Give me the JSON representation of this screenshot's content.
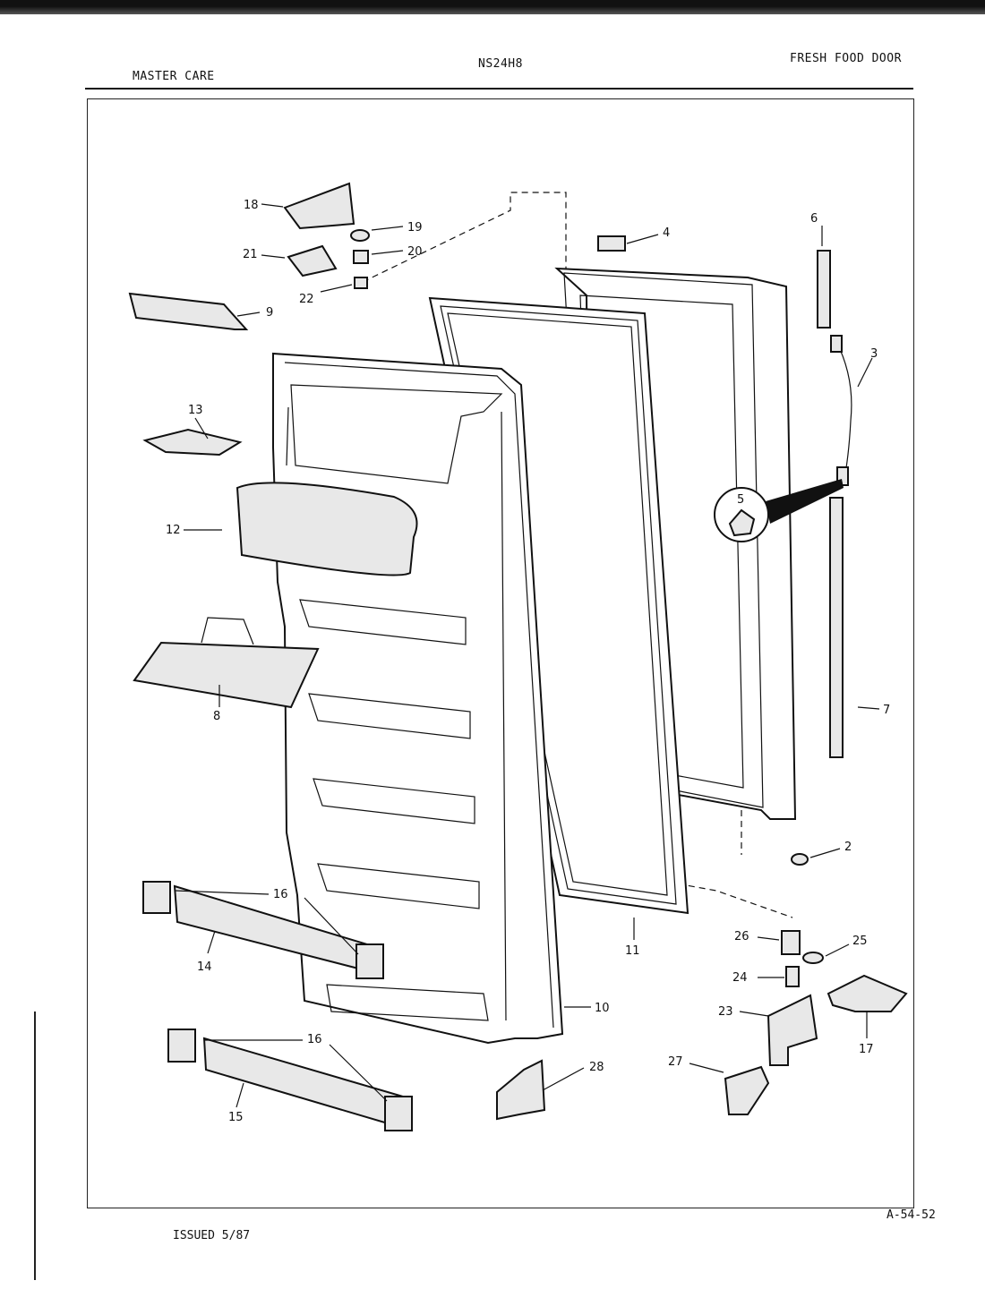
{
  "header": {
    "left": "MASTER CARE",
    "center": "NS24H8",
    "right": "FRESH FOOD DOOR"
  },
  "footer": {
    "issued": "ISSUED 5/87",
    "page_code": "A-54-52"
  },
  "callouts": {
    "c18": "18",
    "c19": "19",
    "c20": "20",
    "c21": "21",
    "c22": "22",
    "c9": "9",
    "c13": "13",
    "c12": "12",
    "c8": "8",
    "c16a": "16",
    "c14": "14",
    "c16b": "16",
    "c15": "15",
    "c10": "10",
    "c11": "11",
    "c28": "28",
    "c4": "4",
    "c6": "6",
    "c3": "3",
    "c5": "5",
    "c7": "7",
    "c2": "2",
    "c26": "26",
    "c25": "25",
    "c24": "24",
    "c23": "23",
    "c17": "17",
    "c27": "27"
  }
}
